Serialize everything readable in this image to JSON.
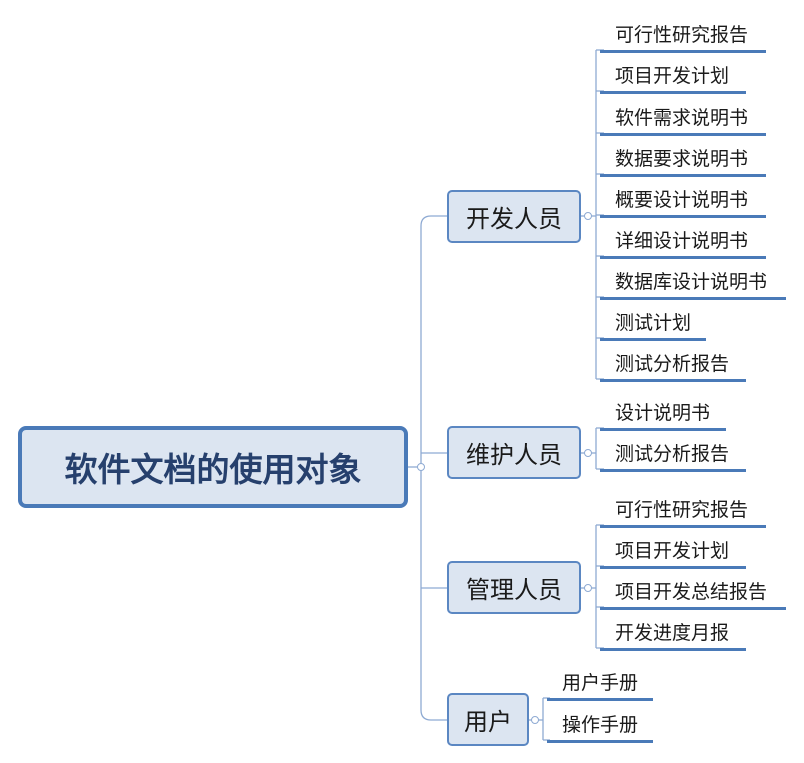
{
  "root": {
    "label": "软件文档的使用对象"
  },
  "branches": [
    {
      "label": "开发人员",
      "leaves": [
        "可行性研究报告",
        "项目开发计划",
        "软件需求说明书",
        "数据要求说明书",
        "概要设计说明书",
        "详细设计说明书",
        "数据库设计说明书",
        "测试计划",
        "测试分析报告"
      ]
    },
    {
      "label": "维护人员",
      "leaves": [
        "设计说明书",
        "测试分析报告"
      ]
    },
    {
      "label": "管理人员",
      "leaves": [
        "可行性研究报告",
        "项目开发计划",
        "项目开发总结报告",
        "开发进度月报"
      ]
    },
    {
      "label": "用户",
      "leaves": [
        "用户手册",
        "操作手册"
      ]
    }
  ],
  "colors": {
    "node_fill": "#dce5f1",
    "node_border": "#4a7ab8",
    "root_text": "#26406d",
    "connector": "#8eaad3"
  }
}
